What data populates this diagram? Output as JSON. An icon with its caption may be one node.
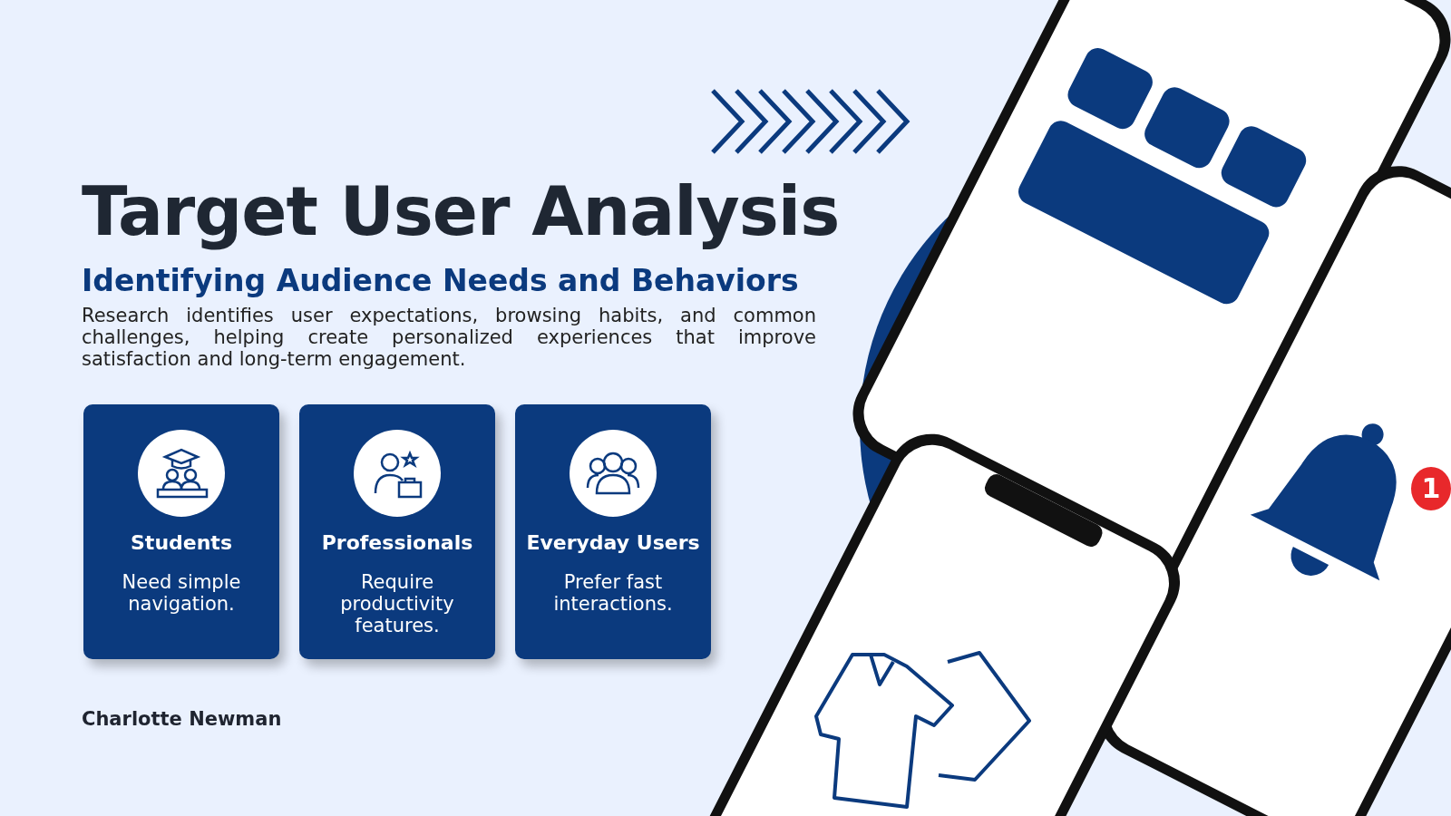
{
  "diagram": {
    "title": "Target User Analysis",
    "nodes": [
      {
        "text": [
          "Students",
          "Need simple navigation."
        ]
      },
      {
        "text": [
          "Professionals",
          "Require productivity features."
        ]
      },
      {
        "text": [
          "Everyday Users",
          "Prefer fast interactions."
        ]
      }
    ],
    "labels": [
      "Identifying Audience Needs and Behaviors",
      "Research identifies user expectations, browsing habits, and common challenges, helping create personalized experiences that improve satisfaction and long-term engagement.",
      "Charlotte Newman",
      "1"
    ]
  }
}
